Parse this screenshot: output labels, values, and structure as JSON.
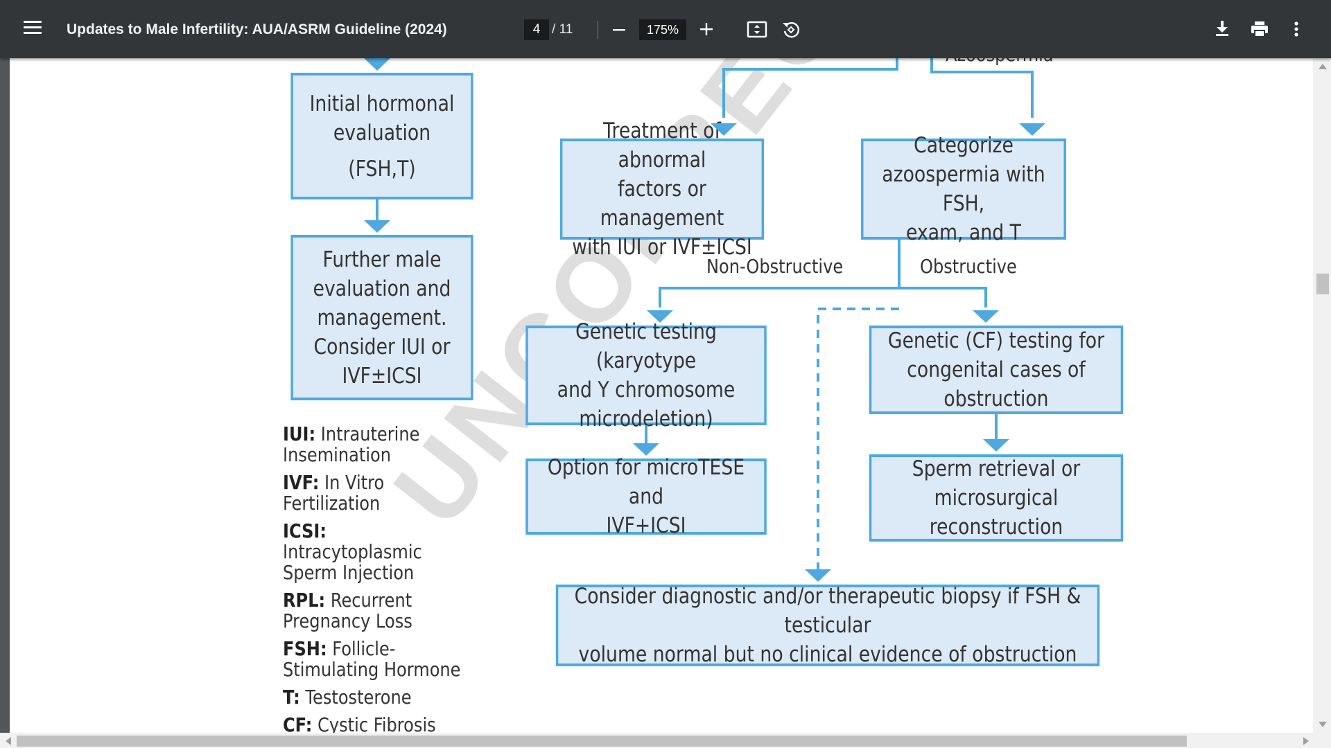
{
  "toolbar": {
    "title": "Updates to Male Infertility: AUA/ASRM Guideline (2024)",
    "current_page": "4",
    "total_pages": "/ 11",
    "zoom": "175%",
    "icons": [
      "menu-icon",
      "zoom-out-icon",
      "zoom-in-icon",
      "fit-page-icon",
      "rotate-icon",
      "download-icon",
      "print-icon",
      "more-vert-icon"
    ]
  },
  "document": {
    "watermark": "UNCORRECTED",
    "top_partial_label": "Azoospermia",
    "boxes": {
      "hormonal": [
        "Initial hormonal",
        "evaluation",
        "(FSH,T)"
      ],
      "further": [
        "Further male",
        "evaluation and",
        "management.",
        "Consider IUI or",
        "IVF±ICSI"
      ],
      "treatment": [
        "Treatment of abnormal",
        "factors or management",
        "with IUI or IVF±ICSI"
      ],
      "categorize": [
        "Categorize",
        "azoospermia with FSH,",
        "exam, and T"
      ],
      "genetic_karyotype": [
        "Genetic testing (karyotype",
        "and Y chromosome",
        "microdeletion)"
      ],
      "genetic_cf": [
        "Genetic (CF) testing for",
        "congenital cases of obstruction"
      ],
      "microtese": [
        "Option for microTESE and",
        "IVF+ICSI"
      ],
      "retrieval": [
        "Sperm retrieval or",
        "microsurgical reconstruction"
      ],
      "biopsy": [
        "Consider diagnostic and/or therapeutic biopsy if FSH & testicular",
        "volume normal but no clinical evidence of obstruction"
      ]
    },
    "branch_labels": {
      "non_obstructive": "Non-Obstructive",
      "obstructive": "Obstructive"
    },
    "legend": [
      {
        "abbr": "IUI:",
        "text": "Intrauterine Insemination"
      },
      {
        "abbr": "IVF:",
        "text": "In Vitro Fertilization"
      },
      {
        "abbr": "ICSI:",
        "text": "Intracytoplasmic Sperm Injection"
      },
      {
        "abbr": "RPL:",
        "text": "Recurrent Pregnancy Loss"
      },
      {
        "abbr": "FSH:",
        "text": "Follicle-Stimulating Hormone"
      },
      {
        "abbr": "T:",
        "text": "Testosterone"
      },
      {
        "abbr": "CF:",
        "text": "Cystic Fibrosis"
      }
    ]
  },
  "colors": {
    "toolbar_bg": "#323639",
    "box_fill": "#dce9f7",
    "box_border": "#4da9df",
    "page_bg": "#ffffff"
  }
}
